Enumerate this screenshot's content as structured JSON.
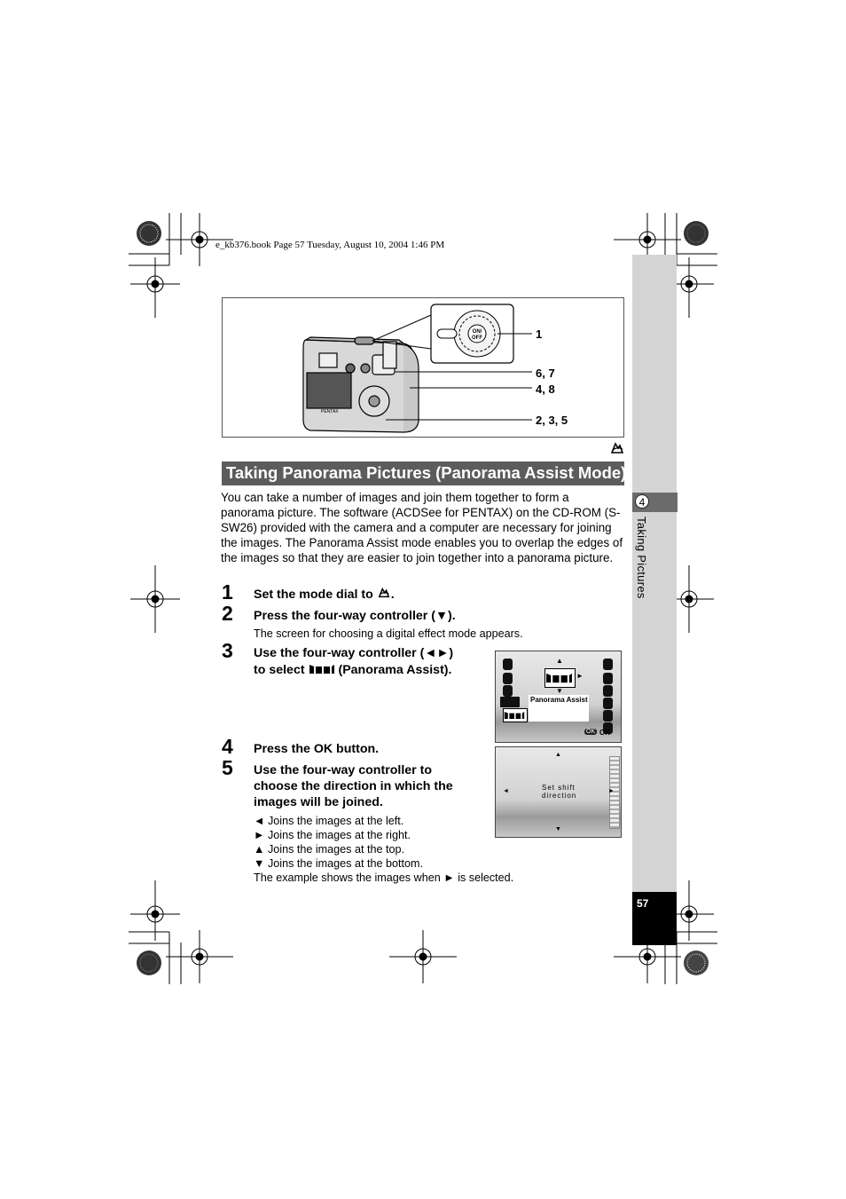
{
  "header": {
    "file_line": "e_kb376.book  Page 57  Tuesday, August 10, 2004  1:46 PM"
  },
  "sidebar": {
    "chapter_number": "4",
    "chapter_title": "Taking Pictures",
    "page_number": "57"
  },
  "figure": {
    "callouts": [
      "1",
      "6, 7",
      "4, 8",
      "2, 3, 5"
    ],
    "dial_center": "ON/\nOFF"
  },
  "section": {
    "title": "Taking Panorama Pictures (Panorama Assist Mode)",
    "intro": "You can take a number of images and join them together to form a panorama picture. The software (ACDSee for PENTAX) on the CD-ROM (S-SW26) provided with the camera and a computer are necessary for joining the images. The Panorama Assist mode enables you to overlap the edges of the images so that they are easier to join together into a panorama picture."
  },
  "steps": [
    {
      "num": "1",
      "text": "Set the mode dial to",
      "suffix": "."
    },
    {
      "num": "2",
      "text": "Press the four-way controller (▼).",
      "note": "The screen for choosing a digital effect mode appears."
    },
    {
      "num": "3",
      "line1": "Use the four-way controller (◄►)",
      "line2_a": "to select",
      "line2_b": "(Panorama Assist)."
    },
    {
      "num": "4",
      "text": "Press the OK button."
    },
    {
      "num": "5",
      "line1": "Use the four-way controller to",
      "line2": "choose the direction in which the",
      "line3": "images will be joined."
    }
  ],
  "directions": [
    {
      "arrow": "◄",
      "text": "Joins the images at the left."
    },
    {
      "arrow": "►",
      "text": "Joins the images at the right."
    },
    {
      "arrow": "▲",
      "text": "Joins the images at the top."
    },
    {
      "arrow": "▼",
      "text": "Joins the images at the bottom."
    }
  ],
  "example_note": {
    "before": "The example shows the images when",
    "arrow": "►",
    "after": "is selected."
  },
  "screen1": {
    "label": "Panorama Assist",
    "ok_icon": "OK",
    "ok_text": "OK"
  },
  "screen2": {
    "line1": "Set shift",
    "line2": "direction",
    "up": "▲",
    "down": "▼",
    "left": "◄",
    "right": "►"
  },
  "colors": {
    "title_bar": "#5c5c5c",
    "sidebar": "#d4d4d4",
    "chapter_tab": "#6b6b6b",
    "page_box": "#000000"
  },
  "icons": [
    "panorama-mode-icon",
    "panorama-assist-icon",
    "registration-mark-icon",
    "camera-illustration"
  ]
}
